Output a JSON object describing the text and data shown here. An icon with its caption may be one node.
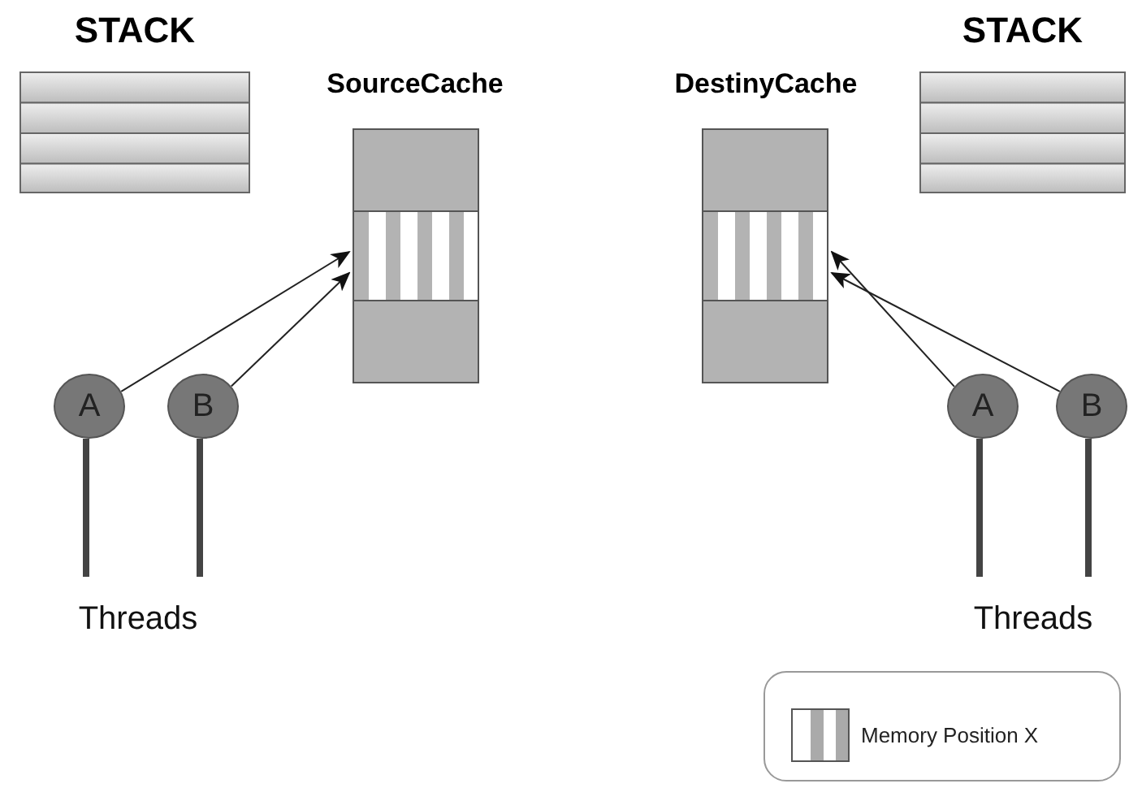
{
  "diagram": {
    "nodes": [
      {
        "text": [
          "STACK"
        ]
      },
      {
        "text": [
          "SourceCache"
        ]
      },
      {
        "text": [
          "A"
        ]
      },
      {
        "text": [
          "B"
        ]
      },
      {
        "text": [
          "DestinyCache"
        ]
      },
      {
        "text": [
          "STACK"
        ]
      },
      {
        "text": [
          "A"
        ]
      },
      {
        "text": [
          "B"
        ]
      }
    ],
    "edges": [
      {
        "from": 2,
        "to": 1,
        "arrow": "to"
      },
      {
        "from": 3,
        "to": 1,
        "arrow": "to"
      },
      {
        "from": 6,
        "to": 4,
        "arrow": "to"
      },
      {
        "from": 7,
        "to": 4,
        "arrow": "to"
      }
    ],
    "labels": [
      "Threads",
      "Threads"
    ],
    "legend": [
      {
        "text": "Memory Position X"
      }
    ]
  }
}
